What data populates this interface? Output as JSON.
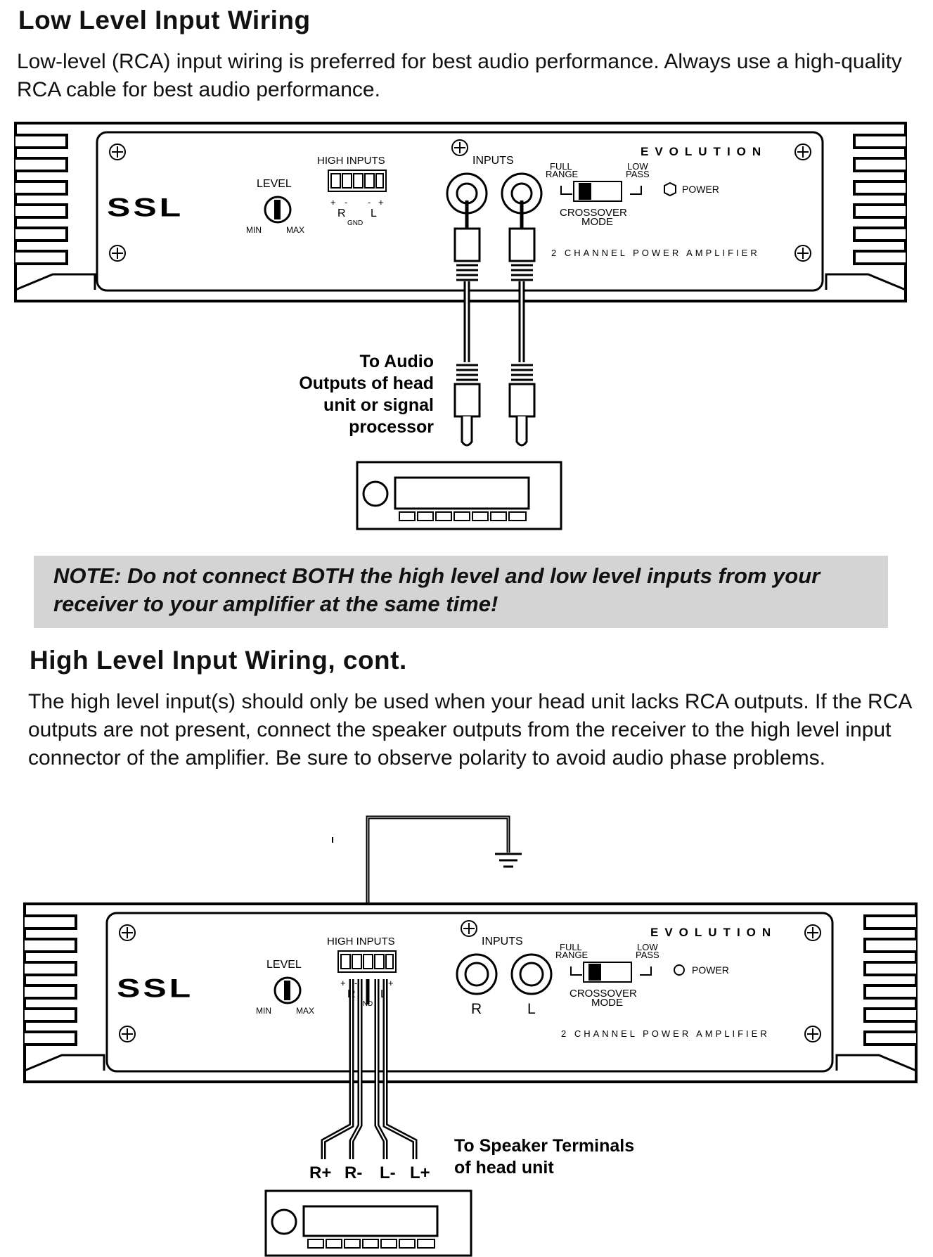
{
  "section1": {
    "title": "Low Level Input Wiring",
    "body": "Low-level (RCA) input wiring is preferred for best audio performance. Always use a high-quality RCA cable for best audio performance."
  },
  "note": {
    "text": "NOTE: Do not connect BOTH the high level and low level inputs from your receiver to your amplifier at the same time!"
  },
  "section2": {
    "title": "High Level Input Wiring, cont.",
    "body": "The high level input(s) should only be used when your head unit lacks RCA outputs. If the RCA outputs are not present, connect the speaker outputs from the receiver to the high level input connector of the amplifier. Be sure to observe polarity to avoid audio phase problems."
  },
  "amplifier": {
    "brand": "SSL",
    "series": "EVOLUTION",
    "model_desc": "2 CHANNEL POWER AMPLIFIER",
    "level_label": "LEVEL",
    "min_label": "MIN",
    "max_label": "MAX",
    "high_inputs_label": "HIGH INPUTS",
    "inputs_label": "INPUTS",
    "full_label": "FULL",
    "range_label": "RANGE",
    "low_label": "LOW",
    "pass_label": "PASS",
    "crossover_label": "CROSSOVER",
    "mode_label": "MODE",
    "power_label": "POWER",
    "plus": "+",
    "minus": "-",
    "r": "R",
    "l": "L",
    "gnd": "GND"
  },
  "diagram1": {
    "caption_lines": [
      "To Audio",
      "Outputs of head",
      "unit or signal",
      "processor"
    ]
  },
  "diagram2": {
    "caption_lines": [
      "To Speaker Terminals",
      "of head unit"
    ],
    "wire_labels": [
      "R+",
      "R-",
      "L-",
      "L+"
    ],
    "rca_r": "R",
    "rca_l": "L"
  }
}
